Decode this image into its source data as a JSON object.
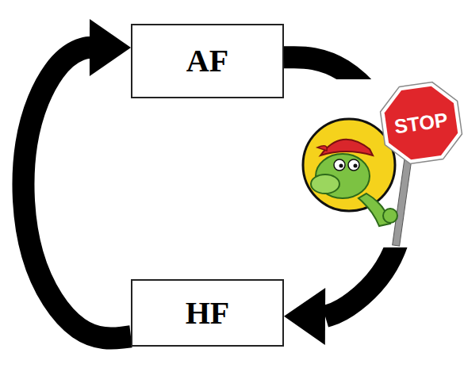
{
  "diagram": {
    "nodes": [
      {
        "text": [
          "AF"
        ]
      },
      {
        "text": [
          "HF"
        ]
      }
    ],
    "edges": [
      {
        "from": 1,
        "to": 0,
        "arrow": "to"
      },
      {
        "from": 0,
        "to": 1,
        "arrow": "to"
      }
    ],
    "labels": [
      "STOP"
    ]
  }
}
